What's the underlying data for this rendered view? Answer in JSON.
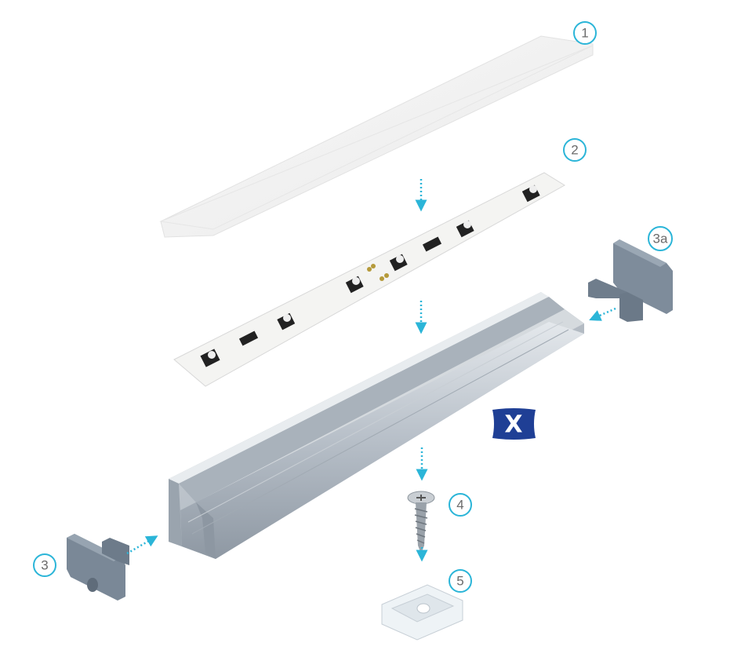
{
  "callouts": {
    "diffuser": "1",
    "led_strip": "2",
    "end_cap_right": "3a",
    "end_cap_left": "3",
    "screw": "4",
    "mounting_clip": "5"
  },
  "profile_badge": "X",
  "colors": {
    "callout_accent": "#2bb5d8",
    "badge_blue": "#1f3f95",
    "aluminium": "#b8c0c8",
    "end_cap": "#7c8a99"
  }
}
